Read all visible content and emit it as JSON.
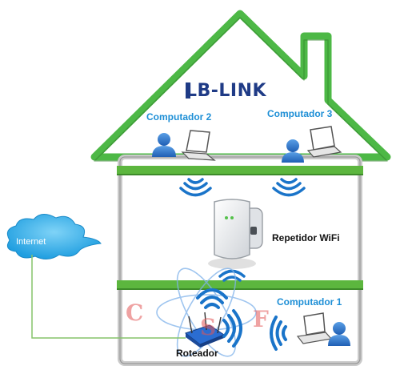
{
  "brand": {
    "logo_text": "LB-LINK"
  },
  "computers": [
    {
      "label": "Computador 2"
    },
    {
      "label": "Computador 3"
    },
    {
      "label": "Computador 1"
    }
  ],
  "repeater": {
    "label": "Repetidor WiFi"
  },
  "router": {
    "label": "Roteador"
  },
  "internet": {
    "label": "Internet"
  },
  "watermark": {
    "letters": [
      "C",
      "S",
      "F"
    ]
  },
  "colors": {
    "roof_green": "#4db846",
    "floor_green": "#5cb63e",
    "wifi_blue": "#1a74c9",
    "label_blue": "#1e8fd6",
    "cloud_blue": "#33b4ee"
  },
  "icons": [
    "house-outline",
    "person-icon",
    "laptop-icon",
    "wifi-signal-icon",
    "wifi-repeater-icon",
    "router-icon",
    "cloud-icon",
    "atom-watermark"
  ]
}
